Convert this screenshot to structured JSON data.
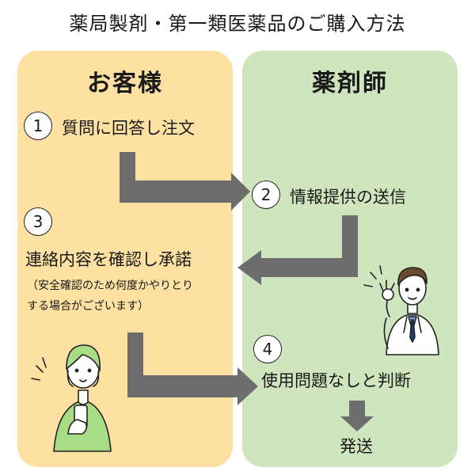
{
  "title": "薬局製剤・第一類医薬品のご購入方法",
  "customer": {
    "heading": "お客様",
    "step1": {
      "num": "1",
      "text": "質問に回答し注文"
    },
    "step3": {
      "num": "3",
      "text": "連絡内容を確認し承諾",
      "note_line1": "（安全確認のため何度かやりとり",
      "note_line2": "する場合がございます）"
    }
  },
  "pharmacist": {
    "heading": "薬剤師",
    "step2": {
      "num": "2",
      "text": "情報提供の送信"
    },
    "step4": {
      "num": "4",
      "text": "使用問題なしと判断"
    },
    "final": "発送"
  },
  "colors": {
    "customer_panel": "#fde1a2",
    "pharmacist_panel": "#cfe5bd",
    "arrow": "#6d6d6d"
  }
}
